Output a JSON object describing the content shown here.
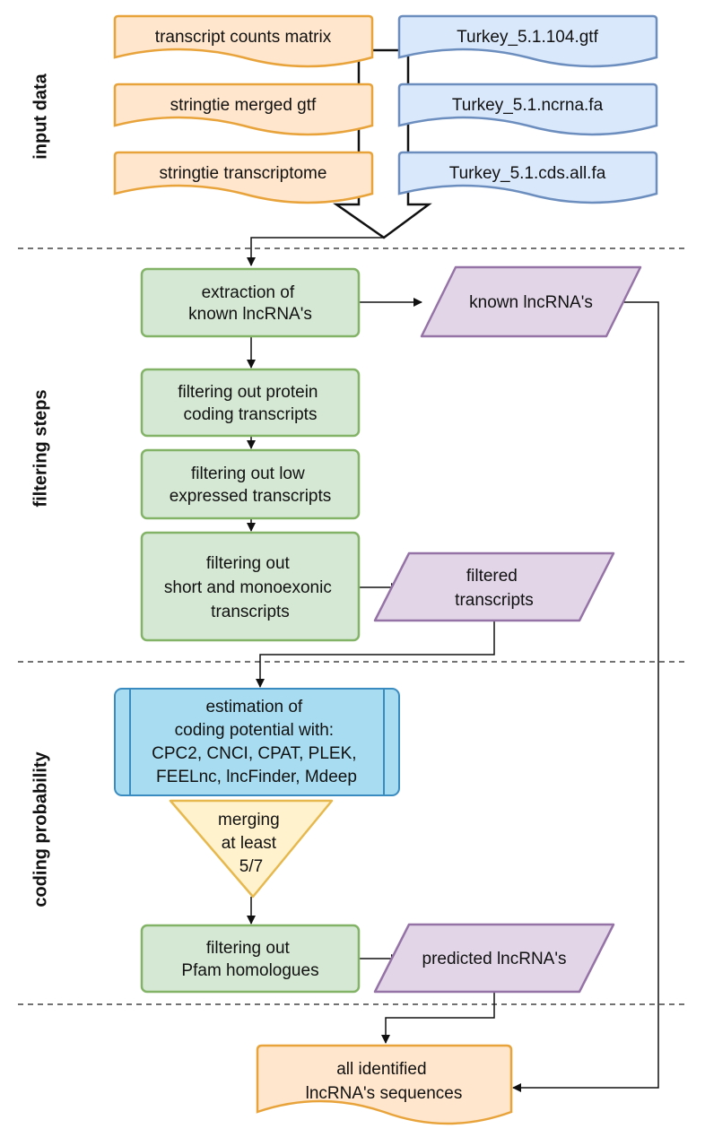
{
  "sections": {
    "input": "input data",
    "filtering": "filtering steps",
    "coding": "coding probability"
  },
  "inputs": {
    "counts_matrix": "transcript counts matrix",
    "merged_gtf": "stringtie merged gtf",
    "transcriptome": "stringtie transcriptome",
    "gtf": "Turkey_5.1.104.gtf",
    "ncrna": "Turkey_5.1.ncrna.fa",
    "cds": "Turkey_5.1.cds.all.fa"
  },
  "steps": {
    "extraction": [
      "extraction of",
      "known lncRNA's"
    ],
    "protein_filter": [
      "filtering out protein",
      "coding transcripts"
    ],
    "low_expr_filter": [
      "filtering out low",
      "expressed transcripts"
    ],
    "short_filter": [
      "filtering out",
      "short and monoexonic",
      "transcripts"
    ],
    "coding_potential": [
      "estimation of",
      "coding potential with:",
      "CPC2, CNCI, CPAT, PLEK,",
      "FEELnc, lncFinder, Mdeep"
    ],
    "merging": [
      "merging",
      "at least",
      "5/7"
    ],
    "pfam_filter": [
      "filtering out",
      "Pfam homologues"
    ]
  },
  "outputs": {
    "known": "known lncRNA's",
    "filtered": [
      "filtered",
      "transcripts"
    ],
    "predicted": "predicted lncRNA's",
    "final": [
      "all identified",
      "lncRNA's sequences"
    ]
  },
  "colors": {
    "orange_fill": "#ffe6cc",
    "orange_stroke": "#e8a33a",
    "blue_fill": "#dae8fc",
    "blue_stroke": "#6c8ebf",
    "green_fill": "#d5e8d4",
    "green_stroke": "#82b366",
    "purple_fill": "#e1d5e7",
    "purple_stroke": "#9673a6",
    "cyan_fill": "#a8dcf0",
    "cyan_stroke": "#3a8bc0",
    "yellow_fill": "#fff2cc",
    "yellow_stroke": "#e6b84d"
  }
}
